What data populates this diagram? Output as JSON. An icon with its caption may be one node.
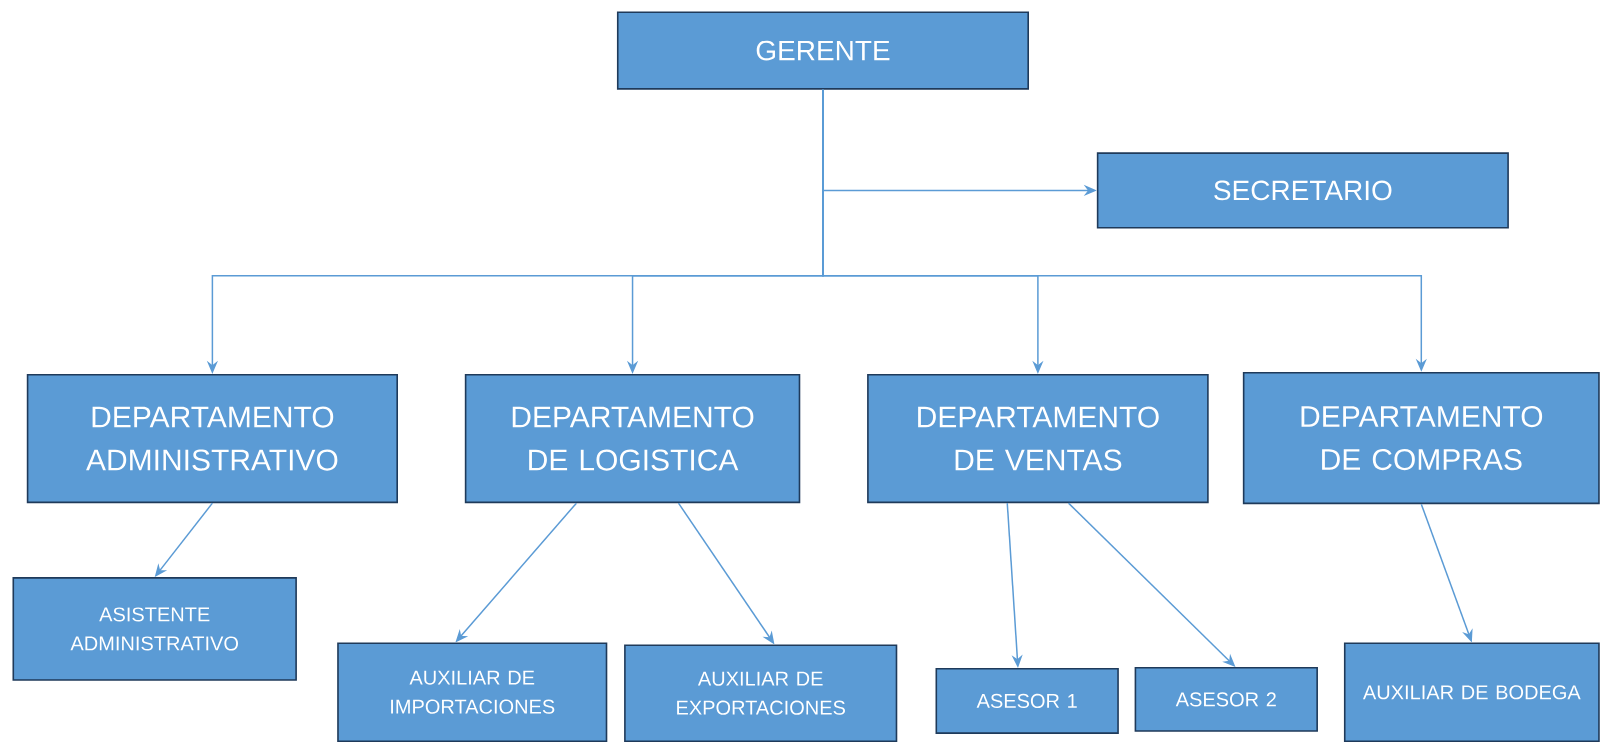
{
  "diagram": {
    "nodes": [
      {
        "text": [
          "GERENTE"
        ]
      },
      {
        "text": [
          "SECRETARIO"
        ]
      },
      {
        "text": [
          "DEPARTAMENTO ADMINISTRATIVO"
        ]
      },
      {
        "text": [
          "DEPARTAMENTO DE LOGISTICA"
        ]
      },
      {
        "text": [
          "DEPARTAMENTO DE VENTAS"
        ]
      },
      {
        "text": [
          "DEPARTAMENTO DE COMPRAS"
        ]
      },
      {
        "text": [
          "ASISTENTE ADMINISTRATIVO"
        ]
      },
      {
        "text": [
          "AUXILIAR DE IMPORTACIONES"
        ]
      },
      {
        "text": [
          "AUXILIAR DE EXPORTACIONES"
        ]
      },
      {
        "text": [
          "ASESOR 1"
        ]
      },
      {
        "text": [
          "ASESOR 2"
        ]
      },
      {
        "text": [
          "AUXILIAR DE BODEGA"
        ]
      }
    ],
    "edges": [
      {
        "from": 0,
        "to": 1,
        "arrow": "to"
      },
      {
        "from": 0,
        "to": 2,
        "arrow": "to"
      },
      {
        "from": 0,
        "to": 3,
        "arrow": "to"
      },
      {
        "from": 0,
        "to": 4,
        "arrow": "to"
      },
      {
        "from": 0,
        "to": 5,
        "arrow": "to"
      },
      {
        "from": 2,
        "to": 6,
        "arrow": "to"
      },
      {
        "from": 3,
        "to": 7,
        "arrow": "to"
      },
      {
        "from": 3,
        "to": 8,
        "arrow": "to"
      },
      {
        "from": 4,
        "to": 9,
        "arrow": "to"
      },
      {
        "from": 4,
        "to": 10,
        "arrow": "to"
      },
      {
        "from": 5,
        "to": 11,
        "arrow": "to"
      }
    ]
  }
}
